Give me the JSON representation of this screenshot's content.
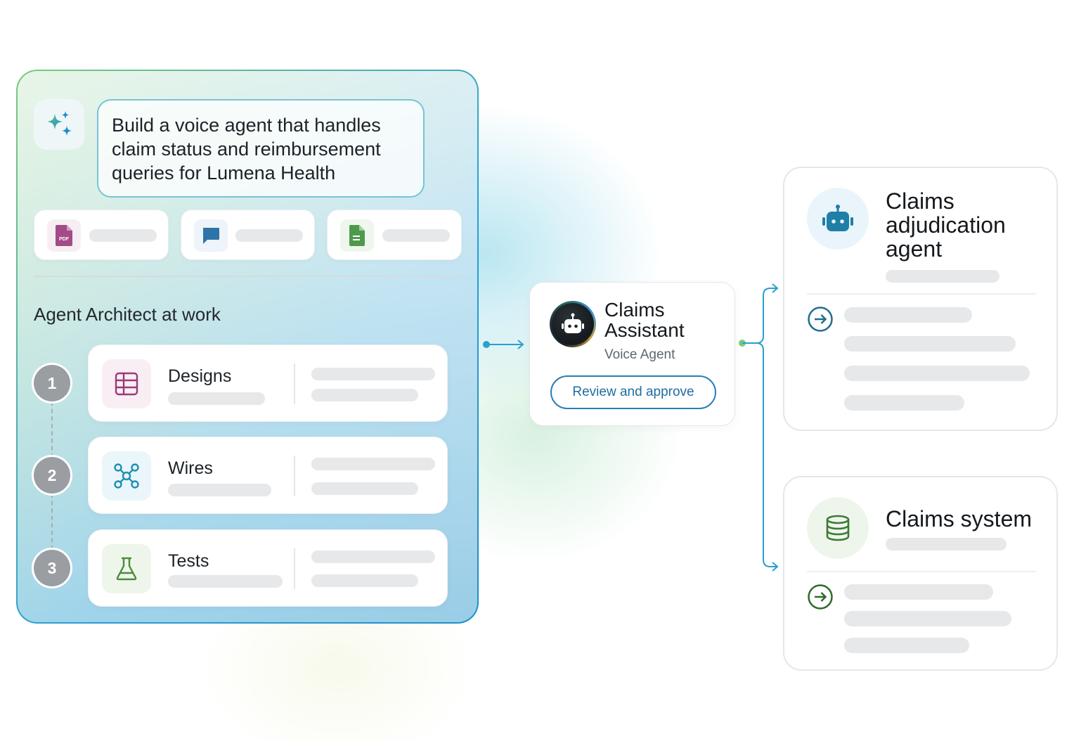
{
  "prompt": {
    "line1": "Build a voice agent that handles",
    "line2": "claim status and reimbursement",
    "line3": "queries for Lumena Health"
  },
  "attachments": [
    {
      "icon": "pdf-file-icon",
      "badge": "PDF",
      "color": "#a34b86"
    },
    {
      "icon": "chat-bubble-icon",
      "color": "#2e74a8"
    },
    {
      "icon": "document-icon",
      "color": "#4f9a4a"
    }
  ],
  "architect": {
    "title": "Agent Architect at work",
    "steps": [
      {
        "number": "1",
        "label": "Designs",
        "icon": "table-grid-icon",
        "color": "#9b3a78"
      },
      {
        "number": "2",
        "label": "Wires",
        "icon": "network-nodes-icon",
        "color": "#1d8fb1"
      },
      {
        "number": "3",
        "label": "Tests",
        "icon": "flask-icon",
        "color": "#4d8a3a"
      }
    ]
  },
  "assistant": {
    "title_line1": "Claims",
    "title_line2": "Assistant",
    "subtitle": "Voice Agent",
    "button_label": "Review and approve"
  },
  "targets": [
    {
      "title_lines": [
        "Claims",
        "adjudication",
        "agent"
      ],
      "icon": "robot-icon",
      "color": "#1f7fa6"
    },
    {
      "title_lines": [
        "Claims system"
      ],
      "icon": "database-icon",
      "color": "#3d7a36"
    }
  ],
  "colors": {
    "accent_blue": "#2a9fd3",
    "accent_green": "#7cc97a",
    "connector": "#2b9fcf"
  }
}
